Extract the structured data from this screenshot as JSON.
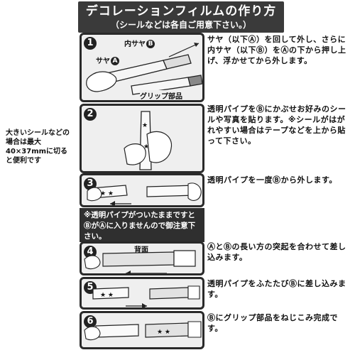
{
  "header": {
    "title": "デコレーションフィルムの作り方",
    "subtitle": "（シールなどは各自ご用意下さい。）"
  },
  "steps": [
    {
      "num": "1",
      "desc": "サヤ（以下Ⓐ）を回して外し、さらに内サヤ（以下Ⓑ）をⒶの下から押し上げ、浮かせてから外します。",
      "labels": {
        "inner_sheath": "内サヤ",
        "inner_badge": "B",
        "sheath": "サヤ",
        "sheath_badge": "A",
        "grip": "グリップ部品"
      }
    },
    {
      "num": "2",
      "desc": "透明パイプをⒷにかぶせお好みのシールや写真を貼ります。※シールがはがれやすい場合はテープなどを上から貼って下さい。",
      "sidebox": "大きいシールなどの場合は最大40×37mmに切ると便利です"
    },
    {
      "num": "3",
      "desc": "透明パイプを一度Ⓑから外します。"
    },
    {
      "num": "4",
      "desc": "ⒶとⒷの長い方の突起を合わせて差し込みます。",
      "labels": {
        "back": "背面"
      }
    },
    {
      "num": "5",
      "desc": "透明パイプをふたたびⒷに差し込みます。"
    },
    {
      "num": "6",
      "desc": "Ⓑにグリップ部品をねじこみ完成です。"
    }
  ],
  "note": "※透明パイプがついたままですとⒷがⒶに入りませんので御注意下さい。"
}
